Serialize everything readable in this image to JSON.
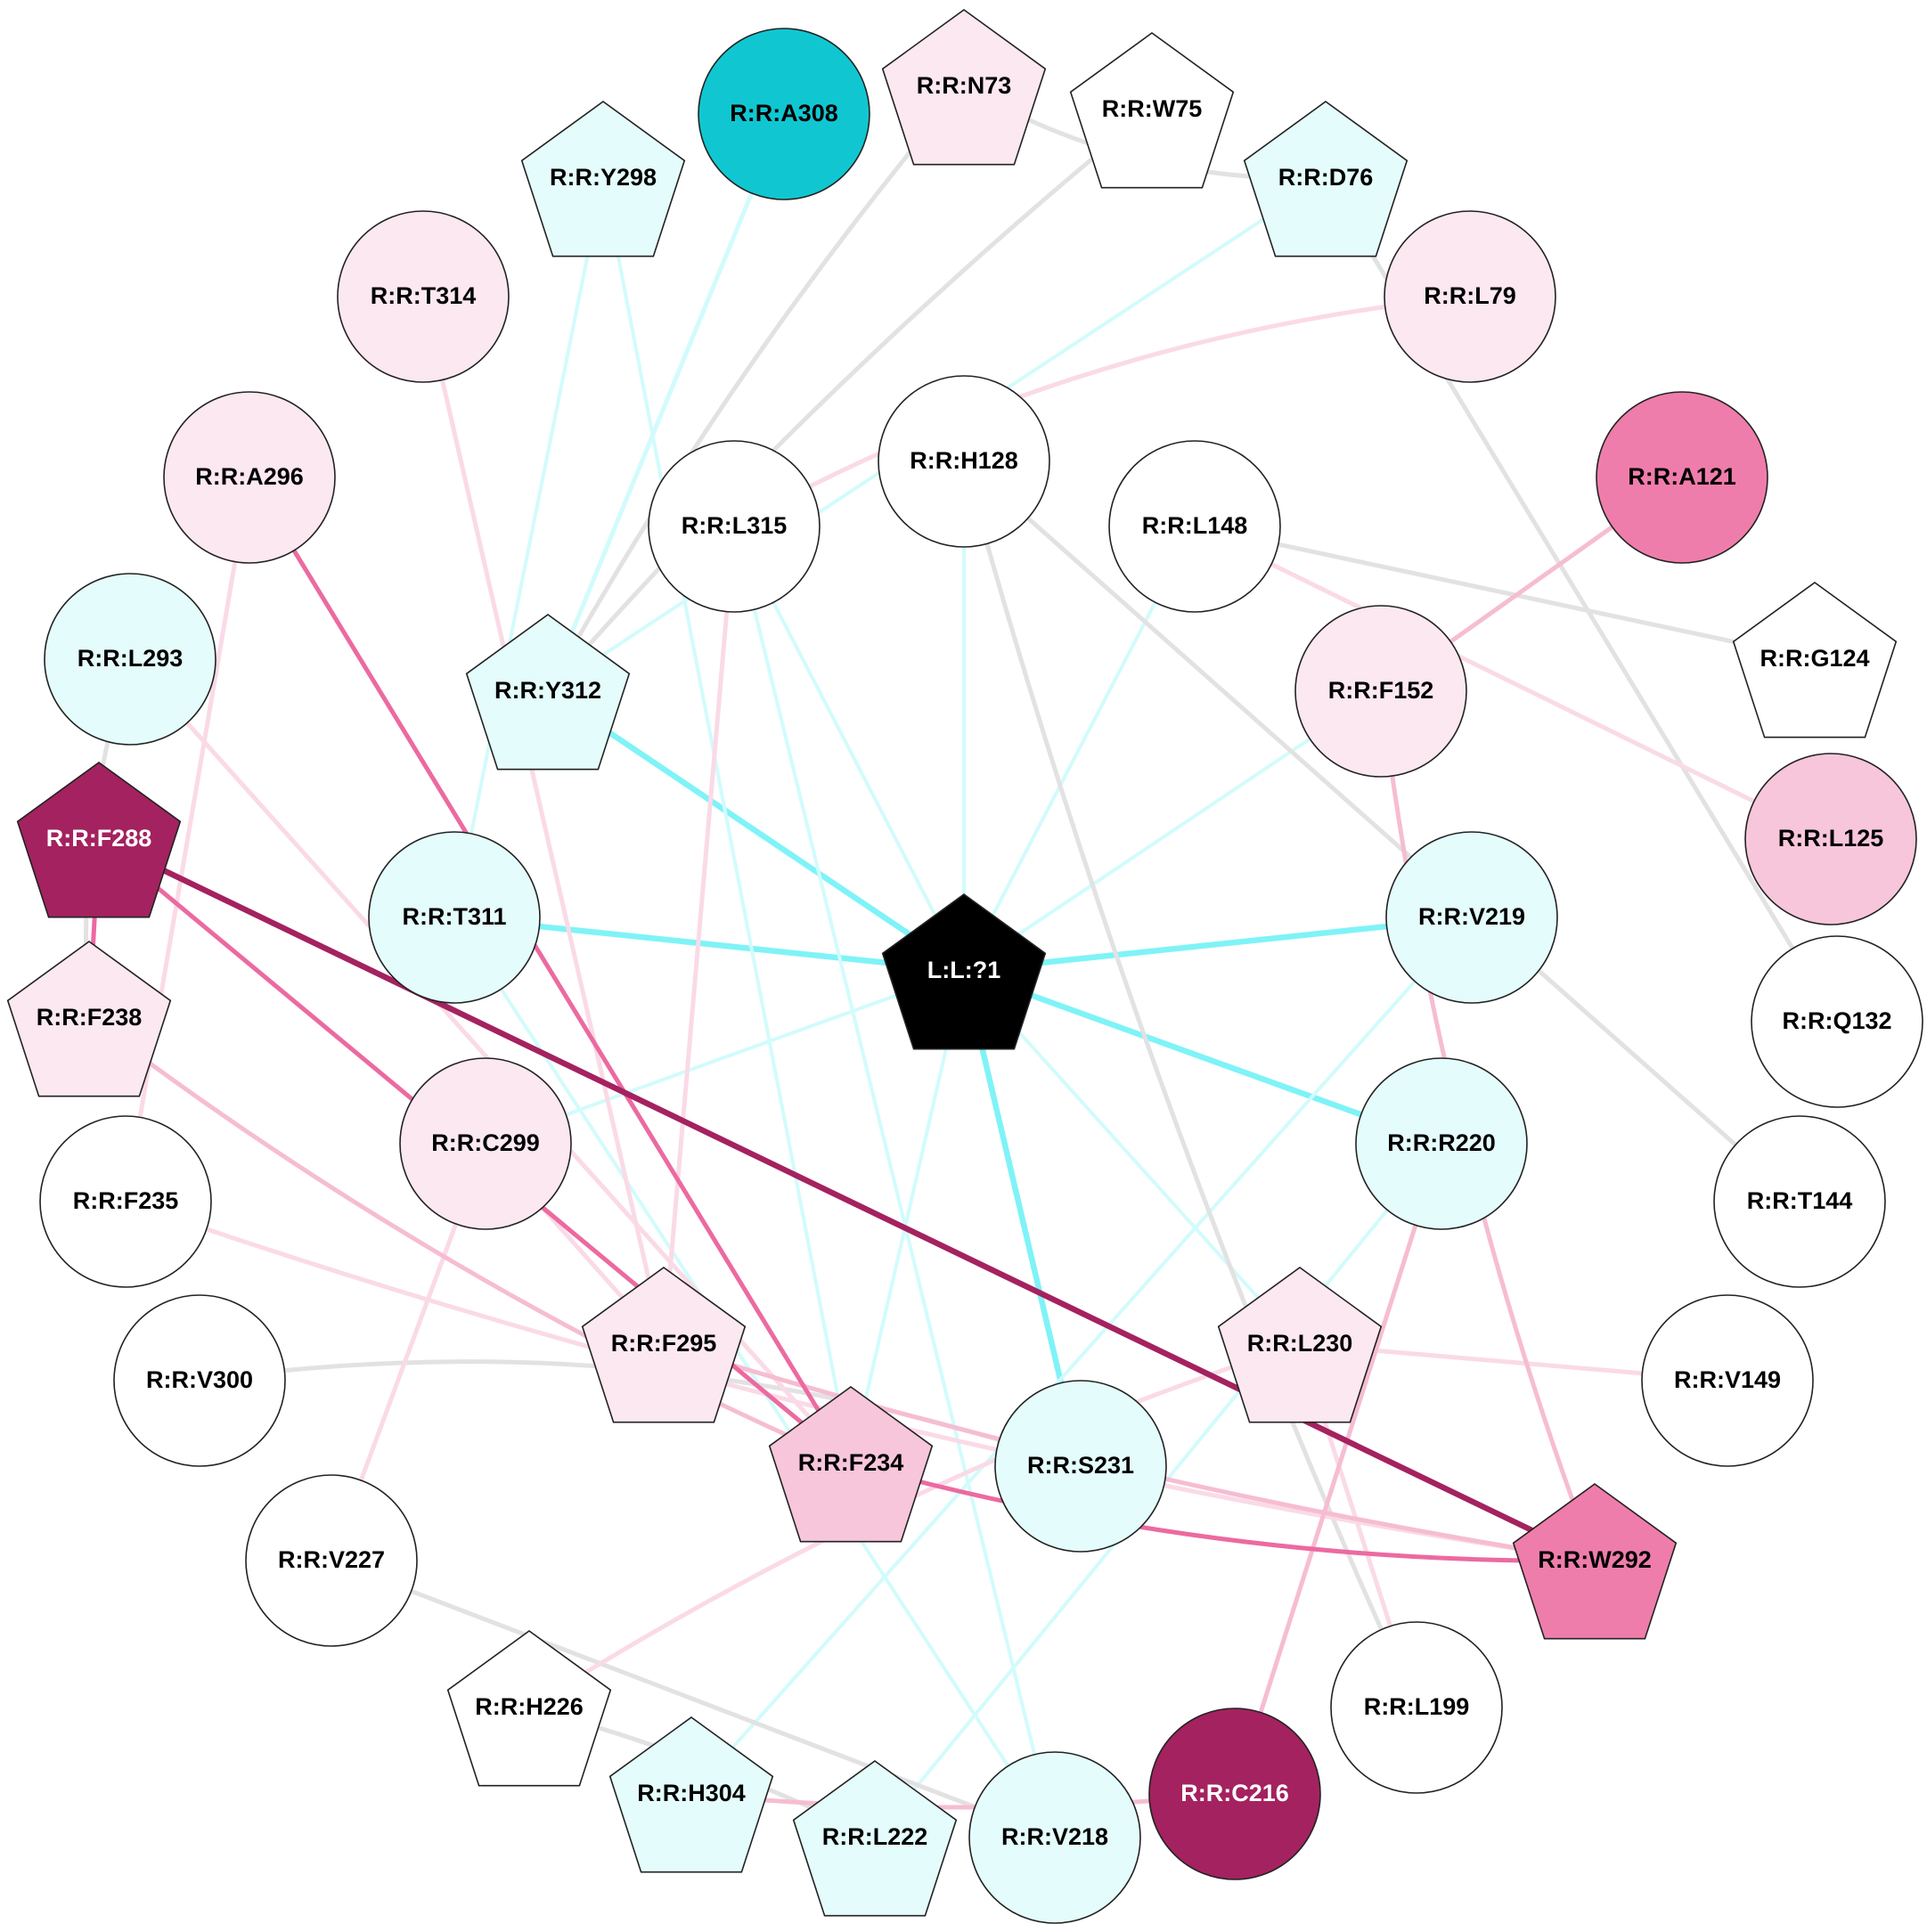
{
  "diagram": {
    "type": "residue-interaction-network",
    "colors": {
      "pale_cyan": "#e4fcfb",
      "teal": "#10c7d1",
      "pale_pink": "#fbe8f0",
      "light_pink": "#f7c6da",
      "pink": "#ef7dab",
      "dark_magenta": "#a4225f",
      "white": "#ffffff",
      "black": "#000000",
      "edge_cyan": "#7ff3f7",
      "edge_pale_cyan": "#d2fbfc",
      "edge_grey": "#e2e2e2",
      "edge_pink": "#f6bdd2",
      "edge_pale_pink": "#fadae6",
      "edge_hot_pink": "#ec6aa0",
      "edge_dark": "#a4225f"
    },
    "nodes": [
      {
        "id": "N73",
        "label": "R:R:N73",
        "shape": "pentagon",
        "fill": "pale_pink",
        "text": "dark"
      },
      {
        "id": "W75",
        "label": "R:R:W75",
        "shape": "pentagon",
        "fill": "white",
        "text": "dark"
      },
      {
        "id": "A308",
        "label": "R:R:A308",
        "shape": "circle",
        "fill": "teal",
        "text": "dark"
      },
      {
        "id": "D76",
        "label": "R:R:D76",
        "shape": "pentagon",
        "fill": "pale_cyan",
        "text": "dark"
      },
      {
        "id": "Y298",
        "label": "R:R:Y298",
        "shape": "pentagon",
        "fill": "pale_cyan",
        "text": "dark"
      },
      {
        "id": "T314",
        "label": "R:R:T314",
        "shape": "circle",
        "fill": "pale_pink",
        "text": "dark"
      },
      {
        "id": "L79",
        "label": "R:R:L79",
        "shape": "circle",
        "fill": "pale_pink",
        "text": "dark"
      },
      {
        "id": "H128",
        "label": "R:R:H128",
        "shape": "circle",
        "fill": "white",
        "text": "dark"
      },
      {
        "id": "A121",
        "label": "R:R:A121",
        "shape": "circle",
        "fill": "pink",
        "text": "dark"
      },
      {
        "id": "A296",
        "label": "R:R:A296",
        "shape": "circle",
        "fill": "pale_pink",
        "text": "dark"
      },
      {
        "id": "L315",
        "label": "R:R:L315",
        "shape": "circle",
        "fill": "white",
        "text": "dark"
      },
      {
        "id": "L148",
        "label": "R:R:L148",
        "shape": "circle",
        "fill": "white",
        "text": "dark"
      },
      {
        "id": "L293",
        "label": "R:R:L293",
        "shape": "circle",
        "fill": "pale_cyan",
        "text": "dark"
      },
      {
        "id": "G124",
        "label": "R:R:G124",
        "shape": "pentagon",
        "fill": "white",
        "text": "dark"
      },
      {
        "id": "Y312",
        "label": "R:R:Y312",
        "shape": "pentagon",
        "fill": "pale_cyan",
        "text": "dark"
      },
      {
        "id": "F152",
        "label": "R:R:F152",
        "shape": "circle",
        "fill": "pale_pink",
        "text": "dark"
      },
      {
        "id": "F288",
        "label": "R:R:F288",
        "shape": "pentagon",
        "fill": "dark_magenta",
        "text": "light"
      },
      {
        "id": "L125",
        "label": "R:R:L125",
        "shape": "circle",
        "fill": "light_pink",
        "text": "dark"
      },
      {
        "id": "T311",
        "label": "R:R:T311",
        "shape": "circle",
        "fill": "pale_cyan",
        "text": "dark"
      },
      {
        "id": "V219",
        "label": "R:R:V219",
        "shape": "circle",
        "fill": "pale_cyan",
        "text": "dark"
      },
      {
        "id": "LIG",
        "label": "L:L:?1",
        "shape": "pentagon",
        "fill": "black",
        "text": "light"
      },
      {
        "id": "F238",
        "label": "R:R:F238",
        "shape": "pentagon",
        "fill": "pale_pink",
        "text": "dark"
      },
      {
        "id": "Q132",
        "label": "R:R:Q132",
        "shape": "circle",
        "fill": "white",
        "text": "dark"
      },
      {
        "id": "C299",
        "label": "R:R:C299",
        "shape": "circle",
        "fill": "pale_pink",
        "text": "dark"
      },
      {
        "id": "R220",
        "label": "R:R:R220",
        "shape": "circle",
        "fill": "pale_cyan",
        "text": "dark"
      },
      {
        "id": "F235",
        "label": "R:R:F235",
        "shape": "circle",
        "fill": "white",
        "text": "dark"
      },
      {
        "id": "T144",
        "label": "R:R:T144",
        "shape": "circle",
        "fill": "white",
        "text": "dark"
      },
      {
        "id": "F295",
        "label": "R:R:F295",
        "shape": "pentagon",
        "fill": "pale_pink",
        "text": "dark"
      },
      {
        "id": "L230",
        "label": "R:R:L230",
        "shape": "pentagon",
        "fill": "pale_pink",
        "text": "dark"
      },
      {
        "id": "V300",
        "label": "R:R:V300",
        "shape": "circle",
        "fill": "white",
        "text": "dark"
      },
      {
        "id": "V149",
        "label": "R:R:V149",
        "shape": "circle",
        "fill": "white",
        "text": "dark"
      },
      {
        "id": "F234",
        "label": "R:R:F234",
        "shape": "pentagon",
        "fill": "light_pink",
        "text": "dark"
      },
      {
        "id": "S231",
        "label": "R:R:S231",
        "shape": "circle",
        "fill": "pale_cyan",
        "text": "dark"
      },
      {
        "id": "V227",
        "label": "R:R:V227",
        "shape": "circle",
        "fill": "white",
        "text": "dark"
      },
      {
        "id": "W292",
        "label": "R:R:W292",
        "shape": "pentagon",
        "fill": "pink",
        "text": "dark"
      },
      {
        "id": "H226",
        "label": "R:R:H226",
        "shape": "pentagon",
        "fill": "white",
        "text": "dark"
      },
      {
        "id": "L199",
        "label": "R:R:L199",
        "shape": "circle",
        "fill": "white",
        "text": "dark"
      },
      {
        "id": "H304",
        "label": "R:R:H304",
        "shape": "pentagon",
        "fill": "pale_cyan",
        "text": "dark"
      },
      {
        "id": "L222",
        "label": "R:R:L222",
        "shape": "pentagon",
        "fill": "pale_cyan",
        "text": "dark"
      },
      {
        "id": "V218",
        "label": "R:R:V218",
        "shape": "circle",
        "fill": "pale_cyan",
        "text": "dark"
      },
      {
        "id": "C216",
        "label": "R:R:C216",
        "shape": "circle",
        "fill": "dark_magenta",
        "text": "light"
      }
    ],
    "edges": [
      {
        "from": "LIG",
        "to": "Y312",
        "color": "edge_cyan",
        "weight": "heavy"
      },
      {
        "from": "LIG",
        "to": "T311",
        "color": "edge_cyan",
        "weight": "heavy"
      },
      {
        "from": "LIG",
        "to": "V219",
        "color": "edge_cyan",
        "weight": "heavy"
      },
      {
        "from": "LIG",
        "to": "R220",
        "color": "edge_cyan",
        "weight": "heavy"
      },
      {
        "from": "LIG",
        "to": "S231",
        "color": "edge_cyan",
        "weight": "heavy"
      },
      {
        "from": "LIG",
        "to": "H128",
        "color": "edge_pale_cyan",
        "weight": "light"
      },
      {
        "from": "LIG",
        "to": "L315",
        "color": "edge_pale_cyan",
        "weight": "light"
      },
      {
        "from": "LIG",
        "to": "L148",
        "color": "edge_pale_cyan",
        "weight": "light"
      },
      {
        "from": "LIG",
        "to": "F152",
        "color": "edge_pale_cyan",
        "weight": "light"
      },
      {
        "from": "LIG",
        "to": "C299",
        "color": "edge_pale_cyan",
        "weight": "light"
      },
      {
        "from": "LIG",
        "to": "F234",
        "color": "edge_pale_cyan",
        "weight": "light"
      },
      {
        "from": "LIG",
        "to": "L230",
        "color": "edge_pale_cyan",
        "weight": "light"
      },
      {
        "from": "A308",
        "to": "Y312",
        "color": "edge_pale_cyan",
        "weight": "medium"
      },
      {
        "from": "D76",
        "to": "Y312",
        "color": "edge_pale_cyan",
        "weight": "light"
      },
      {
        "from": "Y298",
        "to": "T311",
        "color": "edge_pale_cyan",
        "weight": "light"
      },
      {
        "from": "Y298",
        "to": "F234",
        "color": "edge_pale_cyan",
        "weight": "light"
      },
      {
        "from": "L315",
        "to": "V218",
        "color": "edge_pale_cyan",
        "weight": "light"
      },
      {
        "from": "T311",
        "to": "V218",
        "color": "edge_pale_cyan",
        "weight": "light"
      },
      {
        "from": "V219",
        "to": "H304",
        "color": "edge_pale_cyan",
        "weight": "light"
      },
      {
        "from": "R220",
        "to": "L222",
        "color": "edge_pale_cyan",
        "weight": "light"
      },
      {
        "from": "N73",
        "to": "D76",
        "color": "edge_grey",
        "weight": "medium"
      },
      {
        "from": "N73",
        "to": "Y312",
        "color": "edge_grey",
        "weight": "medium"
      },
      {
        "from": "W75",
        "to": "Y312",
        "color": "edge_grey",
        "weight": "medium"
      },
      {
        "from": "D76",
        "to": "Q132",
        "color": "edge_grey",
        "weight": "medium"
      },
      {
        "from": "H128",
        "to": "T144",
        "color": "edge_grey",
        "weight": "medium"
      },
      {
        "from": "H128",
        "to": "L199",
        "color": "edge_grey",
        "weight": "medium"
      },
      {
        "from": "L148",
        "to": "G124",
        "color": "edge_grey",
        "weight": "medium"
      },
      {
        "from": "L293",
        "to": "F238",
        "color": "edge_grey",
        "weight": "medium"
      },
      {
        "from": "V300",
        "to": "S231",
        "color": "edge_grey",
        "weight": "medium"
      },
      {
        "from": "V227",
        "to": "V218",
        "color": "edge_grey",
        "weight": "medium"
      },
      {
        "from": "H226",
        "to": "L222",
        "color": "edge_grey",
        "weight": "medium"
      },
      {
        "from": "L79",
        "to": "L315",
        "color": "edge_pale_pink",
        "weight": "medium"
      },
      {
        "from": "T314",
        "to": "F295",
        "color": "edge_pale_pink",
        "weight": "medium"
      },
      {
        "from": "A296",
        "to": "F235",
        "color": "edge_pale_pink",
        "weight": "medium"
      },
      {
        "from": "L315",
        "to": "F295",
        "color": "edge_pale_pink",
        "weight": "medium"
      },
      {
        "from": "L148",
        "to": "L125",
        "color": "edge_pale_pink",
        "weight": "medium"
      },
      {
        "from": "L293",
        "to": "F234",
        "color": "edge_pale_pink",
        "weight": "medium"
      },
      {
        "from": "C299",
        "to": "V227",
        "color": "edge_pale_pink",
        "weight": "medium"
      },
      {
        "from": "C299",
        "to": "F295",
        "color": "edge_pale_pink",
        "weight": "medium"
      },
      {
        "from": "F235",
        "to": "W292",
        "color": "edge_pale_pink",
        "weight": "medium"
      },
      {
        "from": "L230",
        "to": "V149",
        "color": "edge_pale_pink",
        "weight": "medium"
      },
      {
        "from": "L230",
        "to": "H226",
        "color": "edge_pale_pink",
        "weight": "medium"
      },
      {
        "from": "L230",
        "to": "L199",
        "color": "edge_pale_pink",
        "weight": "medium"
      },
      {
        "from": "A121",
        "to": "F152",
        "color": "edge_pink",
        "weight": "medium"
      },
      {
        "from": "F152",
        "to": "W292",
        "color": "edge_pink",
        "weight": "medium"
      },
      {
        "from": "F238",
        "to": "F234",
        "color": "edge_pink",
        "weight": "medium"
      },
      {
        "from": "F295",
        "to": "W292",
        "color": "edge_pink",
        "weight": "medium"
      },
      {
        "from": "R220",
        "to": "C216",
        "color": "edge_pink",
        "weight": "medium"
      },
      {
        "from": "H304",
        "to": "C216",
        "color": "edge_pink",
        "weight": "medium"
      },
      {
        "from": "A296",
        "to": "F234",
        "color": "edge_hot_pink",
        "weight": "medium"
      },
      {
        "from": "F288",
        "to": "F238",
        "color": "edge_hot_pink",
        "weight": "medium"
      },
      {
        "from": "F288",
        "to": "F234",
        "color": "edge_hot_pink",
        "weight": "medium"
      },
      {
        "from": "F234",
        "to": "W292",
        "color": "edge_hot_pink",
        "weight": "medium"
      },
      {
        "from": "F288",
        "to": "W292",
        "color": "edge_dark",
        "weight": "heavy"
      }
    ]
  }
}
